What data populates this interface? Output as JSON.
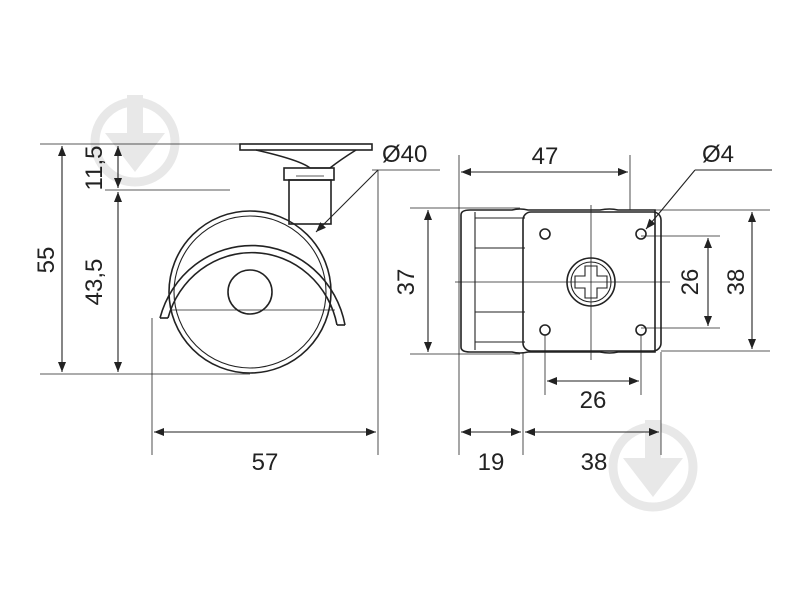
{
  "dimensions": {
    "front_height_total": "55",
    "front_plate_height": "11,5",
    "front_wheel_height": "43,5",
    "front_width": "57",
    "wheel_diameter": "Ø40",
    "top_width": "47",
    "top_depth": "37",
    "bolt_hole_diameter": "Ø4",
    "bolt_spacing_vertical": "26",
    "plate_height": "38",
    "bolt_spacing_horizontal": "26",
    "offset_width": "19",
    "plate_width": "38"
  },
  "icons": {
    "watermark": "watermark-download-icon"
  },
  "colors": {
    "line": "#222222",
    "watermark": "#e6e6e6"
  }
}
